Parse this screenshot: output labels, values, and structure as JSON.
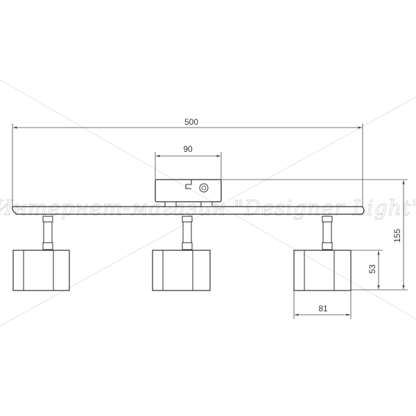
{
  "watermark": {
    "text": "Интернет-магазин \"Designer Light\""
  },
  "dimensions": {
    "total_length": "500",
    "base_width": "90",
    "total_height": "155",
    "shade_height": "53",
    "shade_width": "81"
  },
  "colors": {
    "line": "#2b2b2b",
    "dimension": "#444444",
    "watermark": "#d9d9d9"
  }
}
